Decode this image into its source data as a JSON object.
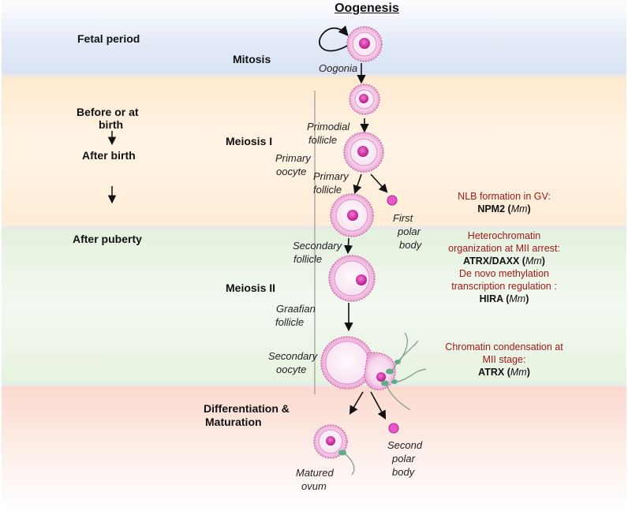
{
  "title": "Oogenesis",
  "periods": {
    "fetal": "Fetal period",
    "before_birth_1": "Before or at",
    "before_birth_2": "birth",
    "after_birth": "After birth",
    "after_puberty": "After puberty"
  },
  "stages": {
    "mitosis": "Mitosis",
    "meiosis1": "Meiosis I",
    "meiosis2": "Meiosis II",
    "diff_1": "Differentiation &",
    "diff_2": "Maturation"
  },
  "cells": {
    "oogonia": "Oogonia",
    "primodial_1": "Primodial",
    "primodial_2": "follicle",
    "primary_oocyte_1": "Primary",
    "primary_oocyte_2": "oocyte",
    "primary_follicle_1": "Primary",
    "primary_follicle_2": "follicle",
    "first_polar_1": "First",
    "first_polar_2": "polar",
    "first_polar_3": "body",
    "secondary_follicle_1": "Secondary",
    "secondary_follicle_2": "follicle",
    "graafian_1": "Graafian",
    "graafian_2": "follicle",
    "secondary_oocyte_1": "Secondary",
    "secondary_oocyte_2": "oocyte",
    "matured_1": "Matured",
    "matured_2": "ovum",
    "second_polar_1": "Second",
    "second_polar_2": "polar",
    "second_polar_3": "body"
  },
  "annotations": {
    "nlb_1": "NLB formation in GV:",
    "nlb_gene": "NPM2",
    "hetero_1": "Heterochromatin",
    "hetero_2": "organization at MII arrest:",
    "hetero_gene": "ATRX/DAXX",
    "denovo_1": "De novo methylation",
    "denovo_2": "transcription regulation :",
    "denovo_gene": "HIRA",
    "chromatin_1": "Chromatin condensation at",
    "chromatin_2": "MII stage:",
    "chromatin_gene": "ATRX",
    "species": "Mm"
  },
  "colors": {
    "annotation_red": "#a11a1a",
    "cell_pink": "#d45db0",
    "nucleus": "#c2188f",
    "granulosa": "#f4d5ec"
  }
}
